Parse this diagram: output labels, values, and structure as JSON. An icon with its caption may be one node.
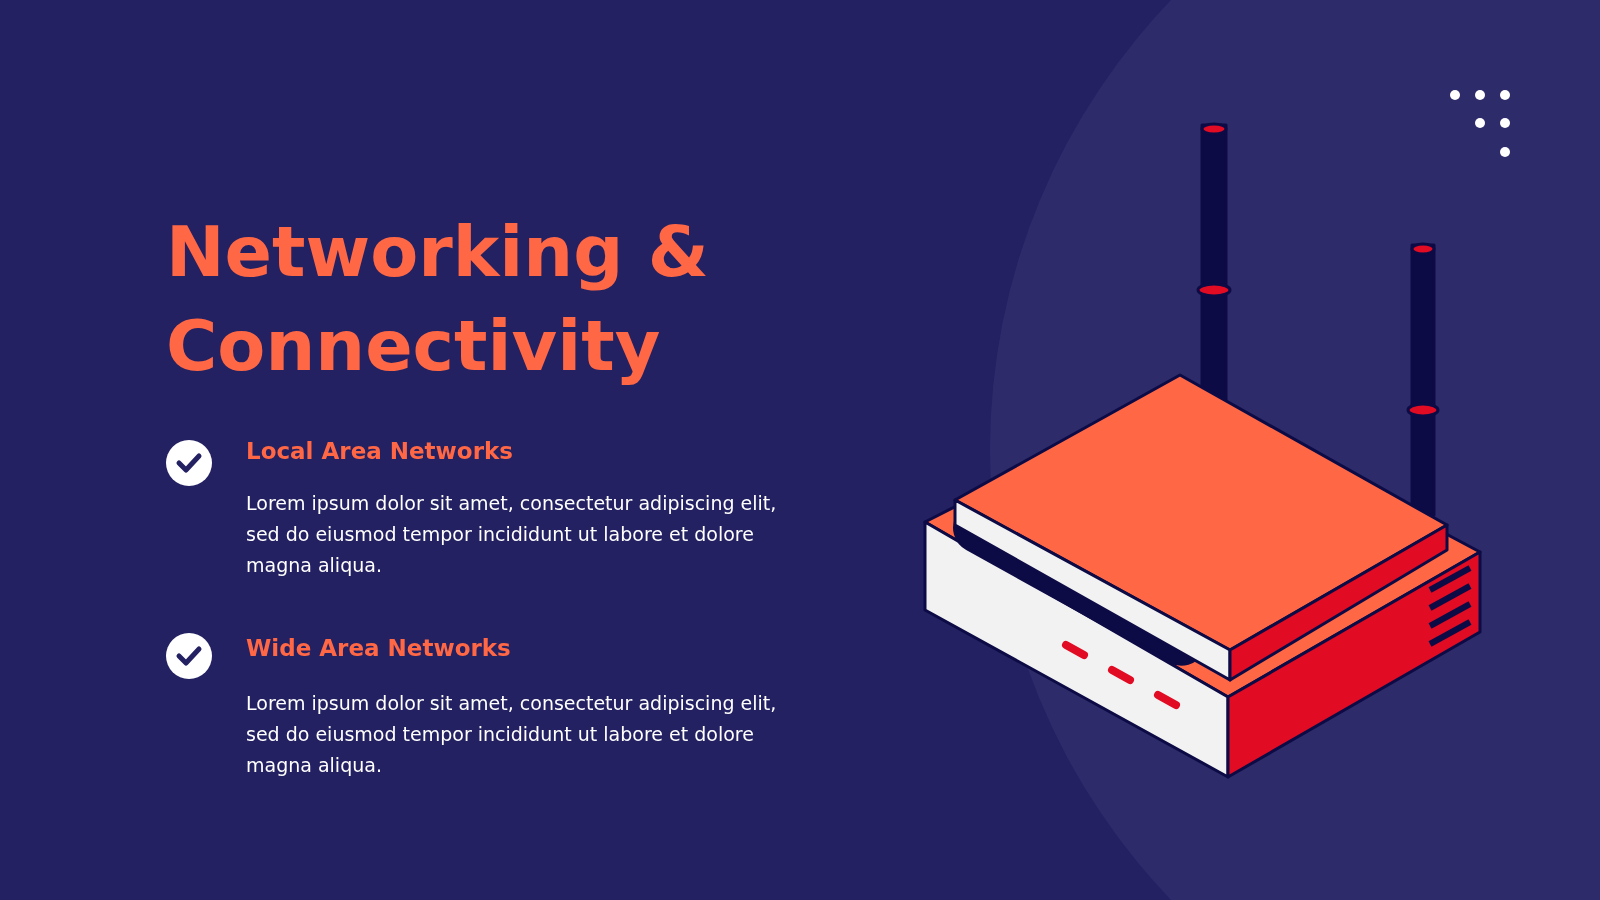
{
  "diagram": {
    "title": "Networking & Connectivity",
    "labels": [
      "Local Area Networks",
      "Lorem ipsum dolor sit amet, consectetur adipiscing elit, sed do eiusmod tempor incididunt ut labore et dolore magna aliqua.",
      "Wide Area Networks",
      "Lorem ipsum dolor sit amet, consectetur adipiscing elit, sed do eiusmod tempor incididunt ut labore et dolore magna aliqua."
    ]
  }
}
